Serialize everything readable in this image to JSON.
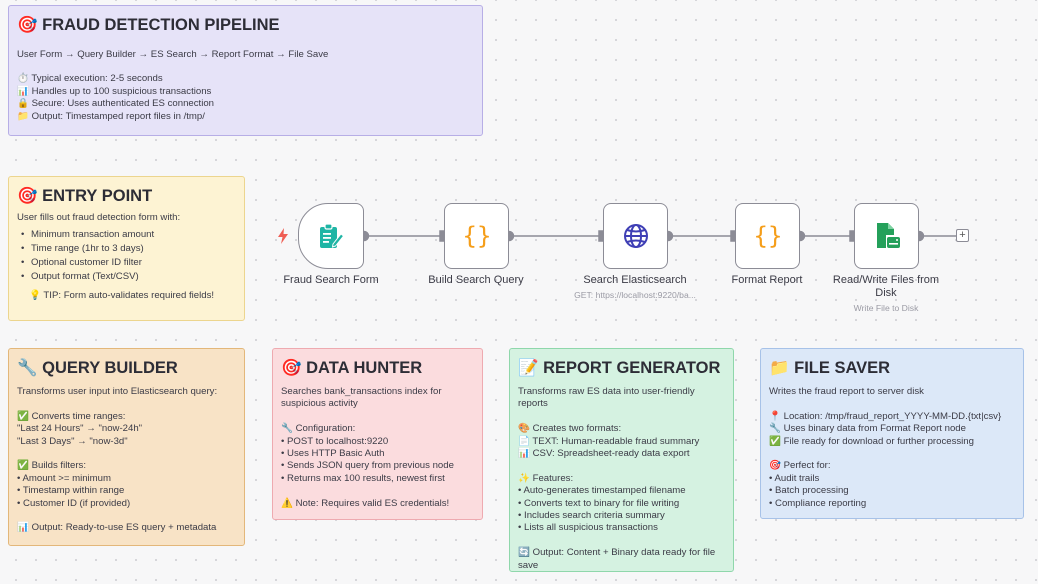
{
  "notes": {
    "pipeline": {
      "title": "🎯 FRAUD DETECTION PIPELINE",
      "flow": "User Form → Query Builder → ES Search → Report Format → File Save",
      "lines": [
        "⏱️ Typical execution: 2-5 seconds",
        "📊 Handles up to 100 suspicious transactions",
        "🔒 Secure: Uses authenticated ES connection",
        "📁 Output: Timestamped report files in /tmp/"
      ]
    },
    "entry": {
      "title": "🎯 ENTRY POINT",
      "intro": "User fills out fraud detection form with:",
      "bullets": [
        "Minimum transaction amount",
        "Time range (1hr to 3 days)",
        "Optional customer ID filter",
        "Output format (Text/CSV)"
      ],
      "tip": "💡 TIP: Form auto-validates required fields!"
    },
    "query": {
      "title": "🔧 QUERY BUILDER",
      "lines": [
        "Transforms user input into Elasticsearch query:",
        "",
        "✅ Converts time ranges:",
        "\"Last 24 Hours\" → \"now-24h\"",
        "\"Last 3 Days\" → \"now-3d\"",
        "",
        "✅ Builds filters:",
        "• Amount >= minimum",
        "• Timestamp within range",
        "• Customer ID (if provided)",
        "",
        "📊 Output: Ready-to-use ES query + metadata"
      ]
    },
    "hunter": {
      "title": "🎯 DATA HUNTER",
      "lines": [
        "Searches bank_transactions index for",
        "suspicious activity",
        "",
        "🔧 Configuration:",
        "• POST to localhost:9220",
        "• Uses HTTP Basic Auth",
        "• Sends JSON query from previous node",
        "• Returns max 100 results, newest first",
        "",
        "⚠️ Note: Requires valid ES credentials!"
      ]
    },
    "report": {
      "title": "📝 REPORT GENERATOR",
      "lines": [
        "Transforms raw ES data into user-friendly",
        "reports",
        "",
        "🎨 Creates two formats:",
        "📄 TEXT: Human-readable fraud summary",
        "📊 CSV: Spreadsheet-ready data export",
        "",
        "✨ Features:",
        "• Auto-generates timestamped filename",
        "• Converts text to binary for file writing",
        "• Includes search criteria summary",
        "• Lists all suspicious transactions",
        "",
        "🔄 Output: Content + Binary data ready for file",
        "save"
      ]
    },
    "saver": {
      "title": "📁 FILE SAVER",
      "lines": [
        "Writes the fraud report to server disk",
        "",
        "📍 Location: /tmp/fraud_report_YYYY-MM-DD.{txt|csv}",
        "🔧 Uses binary data from Format Report node",
        "✅ File ready for download or further processing",
        "",
        "🎯 Perfect for:",
        "• Audit trails",
        "• Batch processing",
        "• Compliance reporting"
      ]
    }
  },
  "workflow": {
    "nodes": [
      {
        "id": "form",
        "label": "Fraud Search Form",
        "subtitle": "",
        "icon": "form-icon"
      },
      {
        "id": "build",
        "label": "Build Search Query",
        "subtitle": "",
        "icon": "code-braces-icon"
      },
      {
        "id": "search",
        "label": "Search Elasticsearch",
        "subtitle": "GET: https://localhost:9220/ba...",
        "icon": "globe-icon"
      },
      {
        "id": "format",
        "label": "Format Report",
        "subtitle": "",
        "icon": "code-braces-icon"
      },
      {
        "id": "file",
        "label": "Read/Write Files from Disk",
        "subtitle": "Write File to Disk",
        "icon": "file-disk-icon"
      }
    ],
    "add_button": "+"
  },
  "colors": {
    "form_icon": "#1fb5a5",
    "code_icon": "#f59e1a",
    "globe_icon": "#3f3fb5",
    "file_icon": "#24a05a",
    "trigger_bolt": "#ef5e54",
    "connector": "#8c8c96"
  }
}
